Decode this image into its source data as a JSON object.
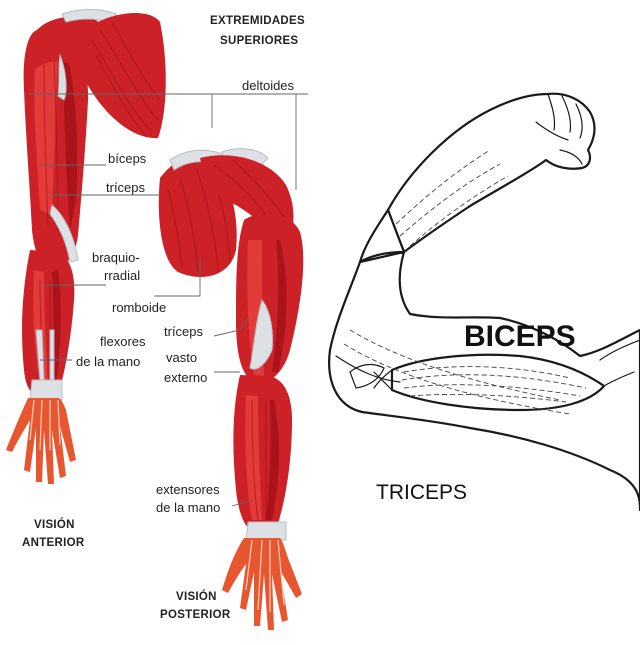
{
  "title": {
    "line1": "EXTREMIDADES",
    "line2": "SUPERIORES"
  },
  "labels": {
    "deltoides": "deltoides",
    "biceps": "bíceps",
    "triceps_ant": "tríceps",
    "braquiorradial_1": "braquio-",
    "braquiorradial_2": "rradial",
    "romboide": "romboide",
    "flexores_1": "flexores",
    "flexores_2": "de la mano",
    "triceps_post": "tríceps",
    "vasto_1": "vasto",
    "vasto_2": "externo",
    "extensores_1": "extensores",
    "extensores_2": "de la mano"
  },
  "views": {
    "anterior_1": "VISIÓN",
    "anterior_2": "ANTERIOR",
    "posterior_1": "VISIÓN",
    "posterior_2": "POSTERIOR"
  },
  "right_labels": {
    "biceps": "BICEPS",
    "triceps": "TRICEPS"
  },
  "colors": {
    "muscle": "#cc2127",
    "muscle_dark": "#a8141a",
    "tendon": "#dde1e6",
    "outline": "#1a1a1a"
  }
}
